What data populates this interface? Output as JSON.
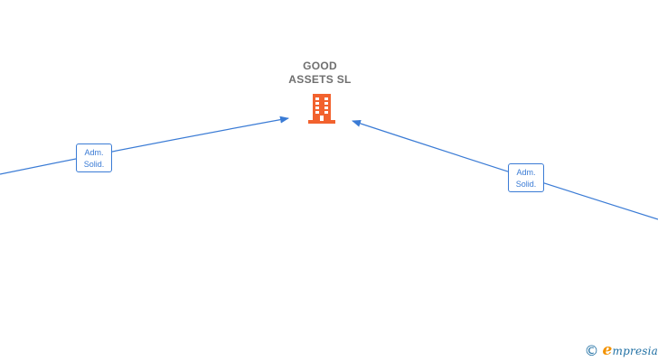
{
  "company": {
    "name_line1": "GOOD",
    "name_line2": "ASSETS SL",
    "icon": "building-icon",
    "icon_color": "#f2622e"
  },
  "relations": [
    {
      "line1": "Adm.",
      "line2": "Solid.",
      "side": "left"
    },
    {
      "line1": "Adm.",
      "line2": "Solid.",
      "side": "right"
    }
  ],
  "colors": {
    "edge": "#3a7bd5",
    "label_text": "#6f6f6f",
    "brand": "#1f6fa3",
    "brand_accent": "#f39200"
  },
  "footer": {
    "copyright_symbol": "©",
    "brand_initial": "e",
    "brand_rest": "mpresia"
  }
}
